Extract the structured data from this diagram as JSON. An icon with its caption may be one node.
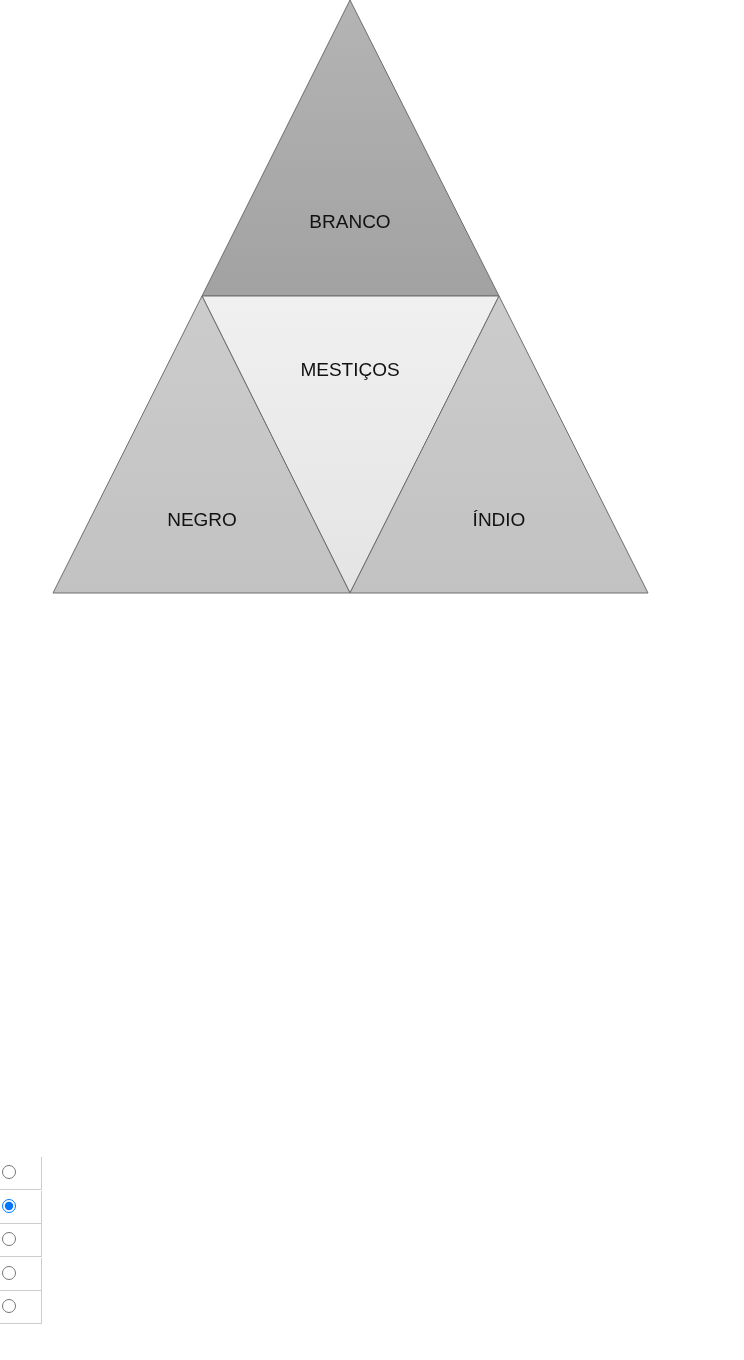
{
  "diagram": {
    "nodes": [
      {
        "text": [
          "BRANCO"
        ]
      },
      {
        "text": [
          "MESTIÇOS"
        ]
      },
      {
        "text": [
          "NEGRO"
        ]
      },
      {
        "text": [
          "ÍNDIO"
        ]
      }
    ],
    "edges": []
  }
}
